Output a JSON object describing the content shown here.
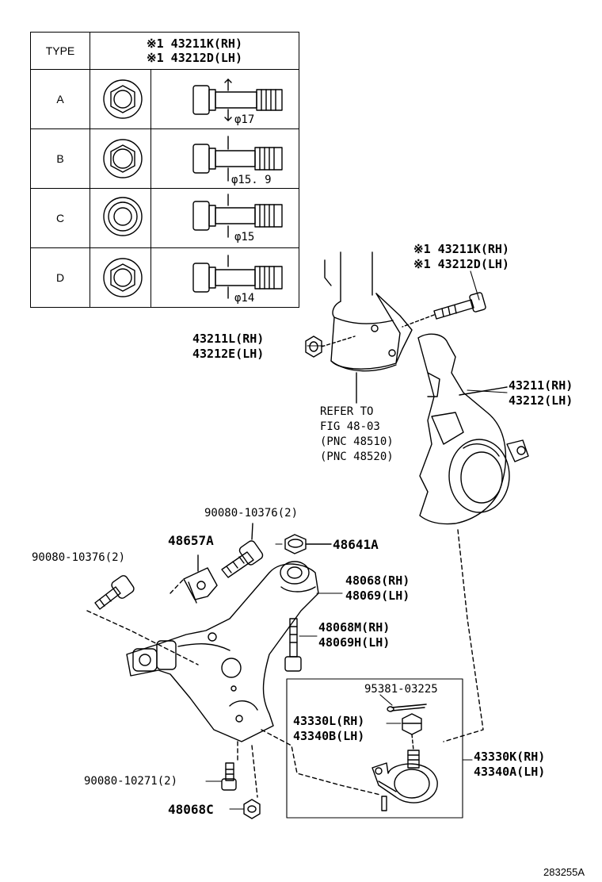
{
  "table": {
    "header_type": "TYPE",
    "header_part1": "※1 43211K(RH)",
    "header_part2": "※1 43212D(LH)",
    "rows": [
      {
        "type": "A",
        "dim": "φ17"
      },
      {
        "type": "B",
        "dim": "φ15. 9"
      },
      {
        "type": "C",
        "dim": "φ15"
      },
      {
        "type": "D",
        "dim": "φ14"
      }
    ]
  },
  "callouts": {
    "bolt_rh": "※1 43211K(RH)",
    "bolt_lh": "※1 43212D(LH)",
    "nut_rh": "43211L(RH)",
    "nut_lh": "43212E(LH)",
    "knuckle_rh": "43211(RH)",
    "knuckle_lh": "43212(LH)",
    "refer_1": "REFER TO",
    "refer_2": "FIG 48-03",
    "refer_3": "(PNC 48510)",
    "refer_4": "(PNC 48520)",
    "bolt_top": "90080-10376(2)",
    "bracket": "48657A",
    "nut_48641": "48641A",
    "bolt_left": "90080-10376(2)",
    "bushing_rh": "48068(RH)",
    "bushing_lh": "48069(LH)",
    "bolt_m_rh": "48068M(RH)",
    "bolt_h_lh": "48069H(LH)",
    "cotter": "95381-03225",
    "castle_rh": "43330L(RH)",
    "castle_lh": "43340B(LH)",
    "balljoint_rh": "43330K(RH)",
    "balljoint_lh": "43340A(LH)",
    "bolt_bottom": "90080-10271(2)",
    "nut_48068c": "48068C",
    "diagram_id": "283255A"
  }
}
